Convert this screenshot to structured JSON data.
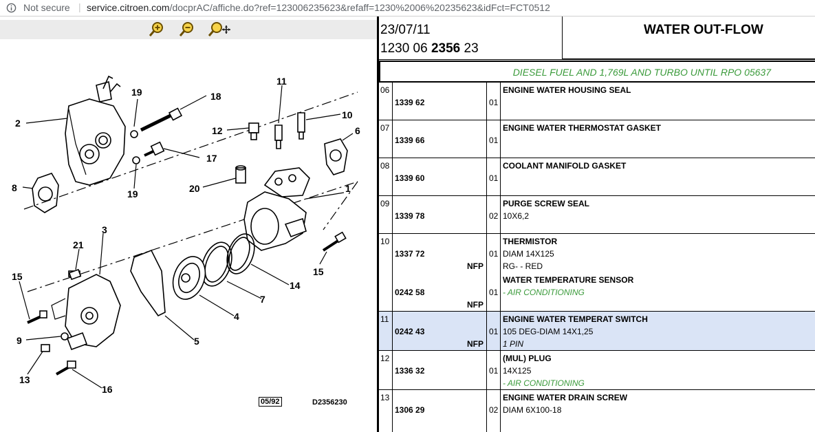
{
  "browser": {
    "security_label": "Not secure",
    "url_host": "service.citroen.com",
    "url_path": "/docprAC/affiche.do?ref=123006235623&refaff=1230%2006%20235623&idFct=FCT0512"
  },
  "diagram": {
    "toolbar": {
      "zoom_in": "zoom-in",
      "zoom_out": "zoom-out",
      "pan": "pan"
    },
    "callouts": [
      "1",
      "2",
      "3",
      "4",
      "5",
      "6",
      "7",
      "8",
      "9",
      "10",
      "11",
      "12",
      "13",
      "14",
      "15",
      "15",
      "16",
      "17",
      "18",
      "19",
      "19",
      "20",
      "21"
    ],
    "stamp": "05/92",
    "figure_ref": "D2356230"
  },
  "header": {
    "date": "23/07/11",
    "ref_prefix": "1230 06 ",
    "ref_bold": "2356",
    "ref_suffix": " 23",
    "title": "WATER OUT-FLOW"
  },
  "subtitle": "DIESEL FUEL AND 1,769L AND TURBO UNTIL RPO 05637",
  "rows": [
    {
      "num": "06",
      "entries": [
        {
          "title": "ENGINE WATER HOUSING SEAL",
          "part": "1339 62",
          "qty": "01",
          "lines": []
        }
      ]
    },
    {
      "num": "07",
      "entries": [
        {
          "title": "ENGINE WATER THERMOSTAT GASKET",
          "part": "1339 66",
          "qty": "01",
          "lines": []
        }
      ]
    },
    {
      "num": "08",
      "entries": [
        {
          "title": "COOLANT MANIFOLD GASKET",
          "part": "1339 60",
          "qty": "01",
          "lines": []
        }
      ]
    },
    {
      "num": "09",
      "entries": [
        {
          "title": "PURGE SCREW SEAL",
          "part": "1339 78",
          "qty": "02",
          "lines": [
            "10X6,2"
          ]
        }
      ]
    },
    {
      "num": "10",
      "entries": [
        {
          "title": "THERMISTOR",
          "part": "1337 72",
          "qty": "01",
          "nfp": "NFP",
          "lines": [
            "DIAM 14X125",
            "RG- - RED"
          ]
        },
        {
          "title": "WATER TEMPERATURE SENSOR",
          "part": "0242 58",
          "qty": "01",
          "nfp": "NFP",
          "green": "- AIR CONDITIONING"
        }
      ]
    },
    {
      "num": "11",
      "selected": true,
      "entries": [
        {
          "title": "ENGINE WATER TEMPERAT SWITCH",
          "part": "0242 43",
          "qty": "01",
          "nfp": "NFP",
          "lines": [
            "105 DEG-DIAM 14X1,25"
          ],
          "italic": "1 PIN"
        }
      ]
    },
    {
      "num": "12",
      "entries": [
        {
          "title": "(MUL) PLUG",
          "part": "1336 32",
          "qty": "01",
          "lines": [
            "14X125"
          ],
          "green": "- AIR CONDITIONING"
        }
      ]
    },
    {
      "num": "13",
      "entries": [
        {
          "title": "ENGINE WATER DRAIN SCREW",
          "part": "1306 29",
          "qty": "02",
          "lines": [
            "DIAM 6X100-18"
          ]
        }
      ]
    }
  ],
  "colors": {
    "green": "#3a9a3a",
    "selected_row": "#dae4f6"
  }
}
